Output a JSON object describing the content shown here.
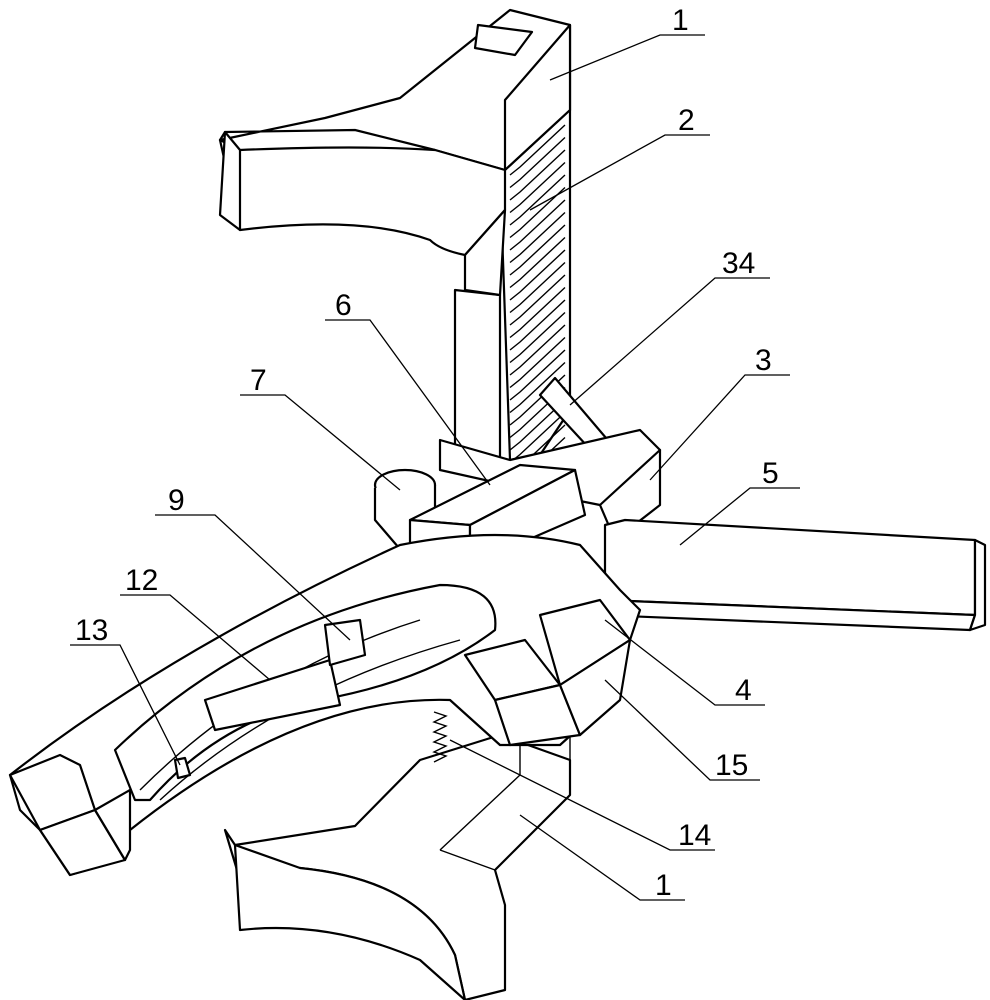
{
  "labels": {
    "l1_top": "1",
    "l2": "2",
    "l34": "34",
    "l6": "6",
    "l3": "3",
    "l7": "7",
    "l5": "5",
    "l9": "9",
    "l12": "12",
    "l13": "13",
    "l4": "4",
    "l15": "15",
    "l14": "14",
    "l1_bottom": "1"
  },
  "colors": {
    "line": "#000000",
    "background": "#ffffff"
  }
}
